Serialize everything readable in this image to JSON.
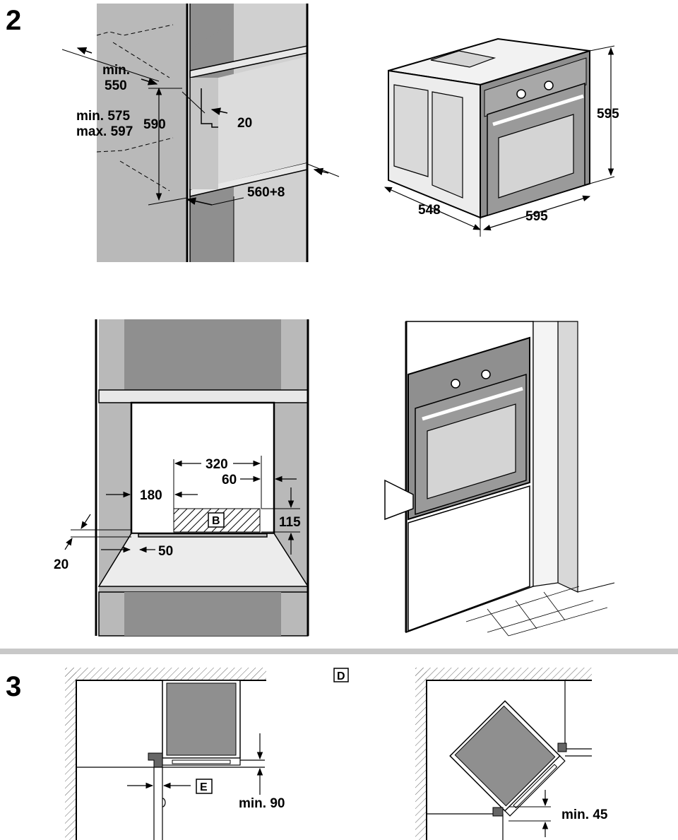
{
  "step_numbers": {
    "step_2": "2",
    "step_3": "3"
  },
  "fig_niche": {
    "min_depth_label": "min.",
    "min_depth_value": "550",
    "height_min": "min. 575",
    "height_max": "max. 597",
    "height_590": "590",
    "vent_20": "20",
    "width": "560+8"
  },
  "fig_oven": {
    "height": "595",
    "depth": "548",
    "width": "595"
  },
  "fig_cutout": {
    "dim_320": "320",
    "dim_60": "60",
    "dim_180": "180",
    "area_b": "B",
    "dim_115": "115",
    "dim_20": "20",
    "dim_50": "50"
  },
  "section3": {
    "marker_d": "D",
    "marker_e": "E",
    "min_90": "min. 90",
    "min_45": "min. 45"
  },
  "colors": {
    "panel_gray": "#b9b9b9",
    "dark_gray": "#8f8f8f",
    "light_gray": "#d8d8d8",
    "line": "#000000"
  }
}
